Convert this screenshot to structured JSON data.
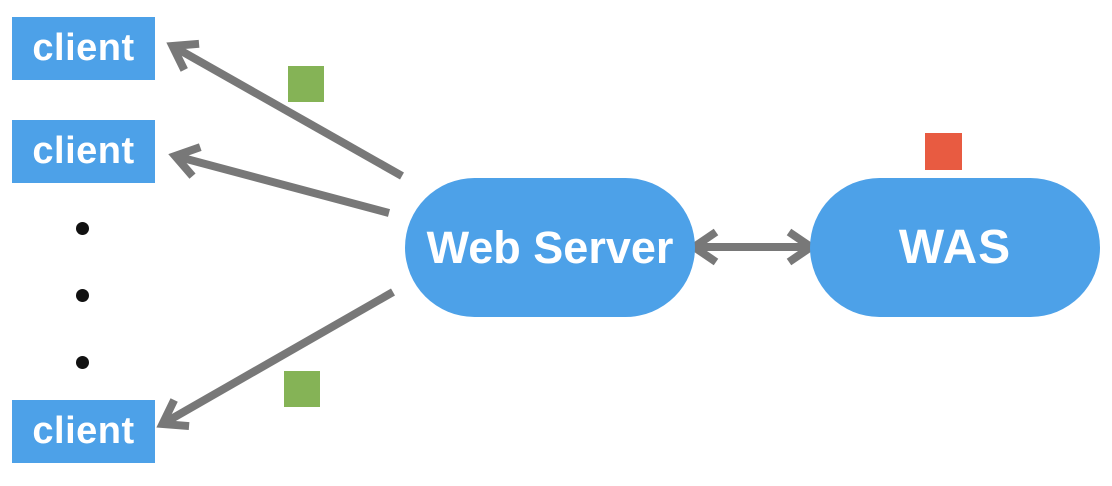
{
  "diagram": {
    "clients": [
      {
        "label": "client"
      },
      {
        "label": "client"
      },
      {
        "label": "client"
      }
    ],
    "ellipsis_dot_count": 3,
    "web_server": {
      "label": "Web Server"
    },
    "was": {
      "label": "WAS"
    },
    "connections": [
      {
        "from": "web-server",
        "to": "client-1",
        "direction": "one-way"
      },
      {
        "from": "web-server",
        "to": "client-2",
        "direction": "one-way"
      },
      {
        "from": "web-server",
        "to": "client-3",
        "direction": "one-way"
      },
      {
        "from": "web-server",
        "to": "was",
        "direction": "two-way"
      }
    ],
    "colors": {
      "node_blue": "#4DA1E8",
      "arrow_gray": "#787878",
      "square_green": "#85B356",
      "square_red": "#E85B41",
      "dot_black": "#111111",
      "text_white": "#FFFFFF",
      "background": "#FFFFFF"
    }
  }
}
